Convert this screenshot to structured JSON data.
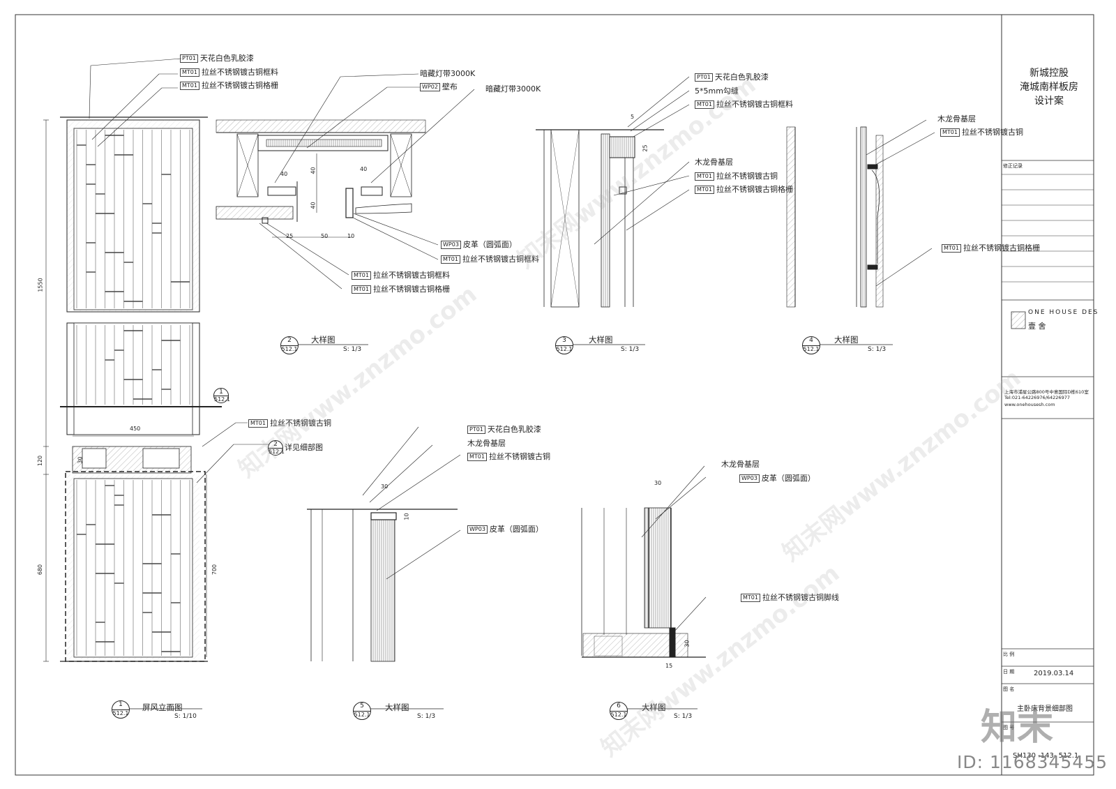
{
  "labels": {
    "d1_pt01": {
      "code": "PT01",
      "text": "天花白色乳胶漆"
    },
    "d1_mt01a": {
      "code": "MT01",
      "text": "拉丝不锈钢镀古铜框料"
    },
    "d1_mt01b": {
      "code": "MT01",
      "text": "拉丝不锈钢镀古铜格栅"
    },
    "d1_mt01c": {
      "code": "MT01",
      "text": "拉丝不锈钢镀古铜"
    },
    "d1_detail": {
      "code": "",
      "text": "详见细部图"
    },
    "d2_light1": {
      "code": "",
      "text": "暗藏灯带3000K"
    },
    "d2_wp02": {
      "code": "WP02",
      "text": "壁布"
    },
    "d2_light2": {
      "code": "",
      "text": "暗藏灯带3000K"
    },
    "d2_wp03": {
      "code": "WP03",
      "text": "皮革（圆弧面）"
    },
    "d2_mt01a": {
      "code": "MT01",
      "text": "拉丝不锈钢镀古铜框料"
    },
    "d2_mt01b": {
      "code": "MT01",
      "text": "拉丝不锈钢镀古铜框料"
    },
    "d2_mt01c": {
      "code": "MT01",
      "text": "拉丝不锈钢镀古铜格栅"
    },
    "d3_pt01": {
      "code": "PT01",
      "text": "天花白色乳胶漆"
    },
    "d3_gap": {
      "code": "",
      "text": "5*5mm勾缝"
    },
    "d3_mt01a": {
      "code": "MT01",
      "text": "拉丝不锈钢镀古铜框料"
    },
    "d3_wood": {
      "code": "",
      "text": "木龙骨基层"
    },
    "d3_mt01b": {
      "code": "MT01",
      "text": "拉丝不锈钢镀古铜"
    },
    "d3_mt01c": {
      "code": "MT01",
      "text": "拉丝不锈钢镀古铜格栅"
    },
    "d4_wood": {
      "code": "",
      "text": "木龙骨基层"
    },
    "d4_mt01a": {
      "code": "MT01",
      "text": "拉丝不锈钢镀古铜"
    },
    "d4_mt01b": {
      "code": "MT01",
      "text": "拉丝不锈钢镀古铜格栅"
    },
    "d5_pt01": {
      "code": "PT01",
      "text": "天花白色乳胶漆"
    },
    "d5_wood": {
      "code": "",
      "text": "木龙骨基层"
    },
    "d5_mt01": {
      "code": "MT01",
      "text": "拉丝不锈钢镀古铜"
    },
    "d5_wp03": {
      "code": "WP03",
      "text": "皮革（圆弧面）"
    },
    "d6_wood": {
      "code": "",
      "text": "木龙骨基层"
    },
    "d6_wp03": {
      "code": "WP03",
      "text": "皮革（圆弧面）"
    },
    "d6_mt01": {
      "code": "MT01",
      "text": "拉丝不锈钢镀古铜脚线"
    }
  },
  "titles": {
    "t1": {
      "num": "1",
      "sheet": "512.1",
      "name": "屏风立面图",
      "scale": "S: 1/10"
    },
    "t2": {
      "num": "2",
      "sheet": "512.1",
      "name": "大样图",
      "scale": "S: 1/3"
    },
    "t3": {
      "num": "3",
      "sheet": "512.1",
      "name": "大样图",
      "scale": "S: 1/3"
    },
    "t4": {
      "num": "4",
      "sheet": "512.1",
      "name": "大样图",
      "scale": "S: 1/3"
    },
    "t5": {
      "num": "5",
      "sheet": "512.1",
      "name": "大样图",
      "scale": "S: 1/3"
    },
    "t6": {
      "num": "6",
      "sheet": "512.1",
      "name": "大样图",
      "scale": "S: 1/3"
    }
  },
  "dims": {
    "d1_1550": "1550",
    "d1_120": "120",
    "d1_680": "680",
    "d1_700": "700",
    "d1_450": "450",
    "d1_30": "30",
    "d2_40a": "40",
    "d2_40b": "40",
    "d2_40c": "40",
    "d2_40d": "40",
    "d2_25": "25",
    "d2_50": "50",
    "d2_10": "10",
    "d3_5": "5",
    "d3_25": "25",
    "d5_30": "30",
    "d5_10": "10",
    "d6_30a": "30",
    "d6_30b": "30",
    "d6_15": "15"
  },
  "callouts": {
    "c_top": {
      "a": "1",
      "b": "512.1"
    },
    "c_mid": {
      "a": "2",
      "b": "512.1"
    }
  },
  "title_block": {
    "client_line1": "新城控股",
    "client_line2": "淹城南样板房",
    "client_line3": "设计案",
    "revision_label": "修正记录",
    "company_en": "ONE  HOUSE  DES",
    "company_cn": "壹        舍",
    "address": "上海市浦星公路800号中意国际D栋610室",
    "tel": "Tel:021-64226976/64226977",
    "web": "www.onehousesh.com",
    "scale_label": "比  例",
    "date_label": "日  期",
    "date": "2019.03.14",
    "name_label": "图  名",
    "drawing_name": "主卧床背景细部图",
    "no_label": "图  号",
    "drawing_no": "SH130 -143- 512.1"
  },
  "watermark": {
    "text": "知末网www.znzmo.com",
    "brand": "知末",
    "id": "ID: 1168345455"
  }
}
